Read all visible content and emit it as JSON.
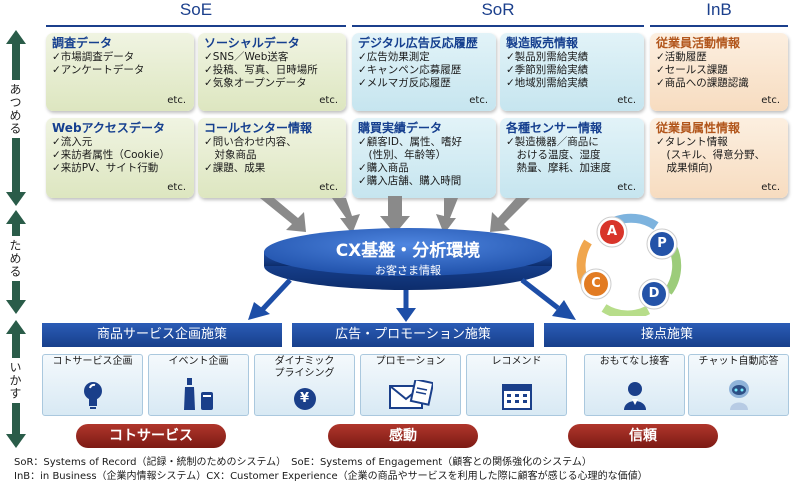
{
  "groups": {
    "soe": "SoE",
    "sor": "SoR",
    "inb": "InB"
  },
  "side": {
    "collect": "あつめる",
    "store": "ためる",
    "use": "いかす"
  },
  "cards": [
    {
      "title": "調査データ",
      "items": [
        "✓市場調査データ",
        "✓アンケートデータ"
      ],
      "etc": "etc."
    },
    {
      "title": "ソーシャルデータ",
      "items": [
        "✓SNS／Web送客",
        "✓投稿、写真、日時場所",
        "✓気象オープンデータ"
      ],
      "etc": "etc."
    },
    {
      "title": "デジタル広告反応履歴",
      "items": [
        "✓広告効果測定",
        "✓キャンペン応募履歴",
        "✓メルマガ反応履歴"
      ],
      "etc": "etc."
    },
    {
      "title": "製造販売情報",
      "items": [
        "✓製品別需給実績",
        "✓季節別需給実績",
        "✓地域別需給実績"
      ],
      "etc": "etc."
    },
    {
      "title": "従業員活動情報",
      "items": [
        "✓活動履歴",
        "✓セールス課題",
        "✓商品への課題認識"
      ],
      "etc": "etc."
    },
    {
      "title": "Webアクセスデータ",
      "items": [
        "✓流入元",
        "✓来訪者属性（Cookie）",
        "✓来訪PV、サイト行動"
      ],
      "etc": "etc."
    },
    {
      "title": "コールセンター情報",
      "items": [
        "✓問い合わせ内容、",
        "　対象商品",
        "✓課題、成果"
      ],
      "etc": "etc."
    },
    {
      "title": "購買実績データ",
      "items": [
        "✓顧客ID、属性、嗜好",
        "　(性別、年齢等）",
        "✓購入商品",
        "✓購入店舗、購入時間"
      ],
      "etc": ""
    },
    {
      "title": "各種センサー情報",
      "items": [
        "✓製造機器／商品に",
        "　おける温度、湿度",
        "　熱量、摩耗、加速度"
      ],
      "etc": "etc."
    },
    {
      "title": "従業員属性情報",
      "items": [
        "✓タレント情報",
        "　(スキル、得意分野、",
        "　成果傾向)"
      ],
      "etc": "etc."
    }
  ],
  "platform": {
    "title": "CX基盤・分析環境",
    "sub": "お客さま情報"
  },
  "pdca": [
    "A",
    "P",
    "C",
    "D"
  ],
  "categories": [
    "商品サービス企画施策",
    "広告・プロモーション施策",
    "接点施策"
  ],
  "tiles": [
    "コトサービス企画",
    "イベント企画",
    "ダイナミック\nプライシング",
    "プロモーション",
    "レコメンド",
    "おもてなし接客",
    "チャット自動応答"
  ],
  "yen": "¥",
  "outcomes": [
    "コトサービス",
    "感動",
    "信頼"
  ],
  "footnotes": [
    "SoR：Systems of Record（記録・統制のためのシステム）　SoE：Systems of Engagement（顧客との関係強化のシステム）",
    "InB：in Business（企業内情報システム）CX：Customer Experience（企業の商品やサービスを利用した際に顧客が感じる心理的な価値）"
  ],
  "colors": {
    "navy": "#1b3f8c",
    "soe": "#e8eed4",
    "sor": "#d2ebf3",
    "inb": "#f9e5cf",
    "outcome": "#9b2a22"
  }
}
